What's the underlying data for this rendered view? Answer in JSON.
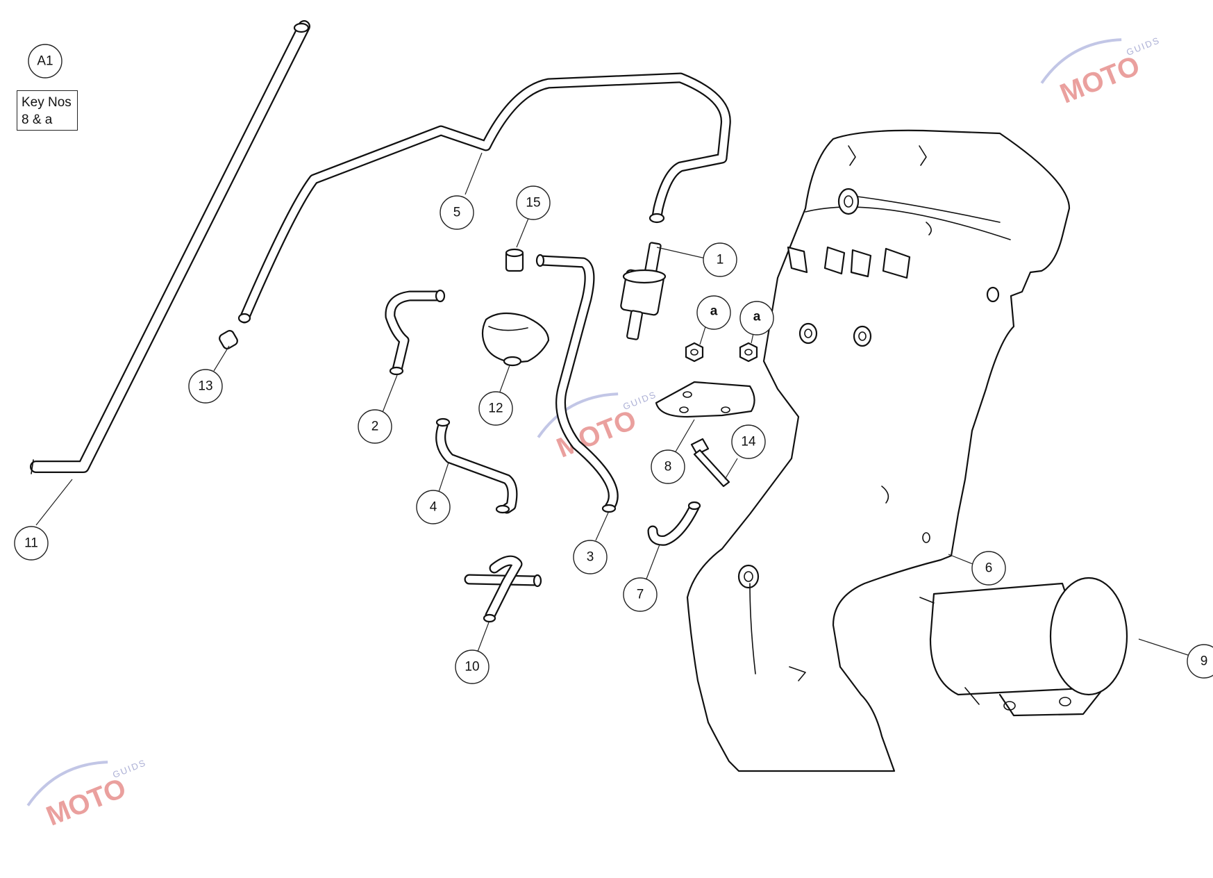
{
  "sheet_label": "A1",
  "key_note": {
    "line1": "Key Nos",
    "line2": "8 & a"
  },
  "callouts": [
    {
      "id": "1",
      "label": "1"
    },
    {
      "id": "2",
      "label": "2"
    },
    {
      "id": "3",
      "label": "3"
    },
    {
      "id": "4",
      "label": "4"
    },
    {
      "id": "5",
      "label": "5"
    },
    {
      "id": "6",
      "label": "6"
    },
    {
      "id": "7",
      "label": "7"
    },
    {
      "id": "8",
      "label": "8"
    },
    {
      "id": "9",
      "label": "9"
    },
    {
      "id": "10",
      "label": "10"
    },
    {
      "id": "11",
      "label": "11"
    },
    {
      "id": "12",
      "label": "12"
    },
    {
      "id": "13",
      "label": "13"
    },
    {
      "id": "14",
      "label": "14"
    },
    {
      "id": "15",
      "label": "15"
    },
    {
      "id": "a1",
      "label": "a"
    },
    {
      "id": "a2",
      "label": "a"
    }
  ],
  "watermark": {
    "brand": "MOTO",
    "sub": "GUIDS",
    "color": "#d9534f",
    "accent": "#8a8fc4"
  }
}
